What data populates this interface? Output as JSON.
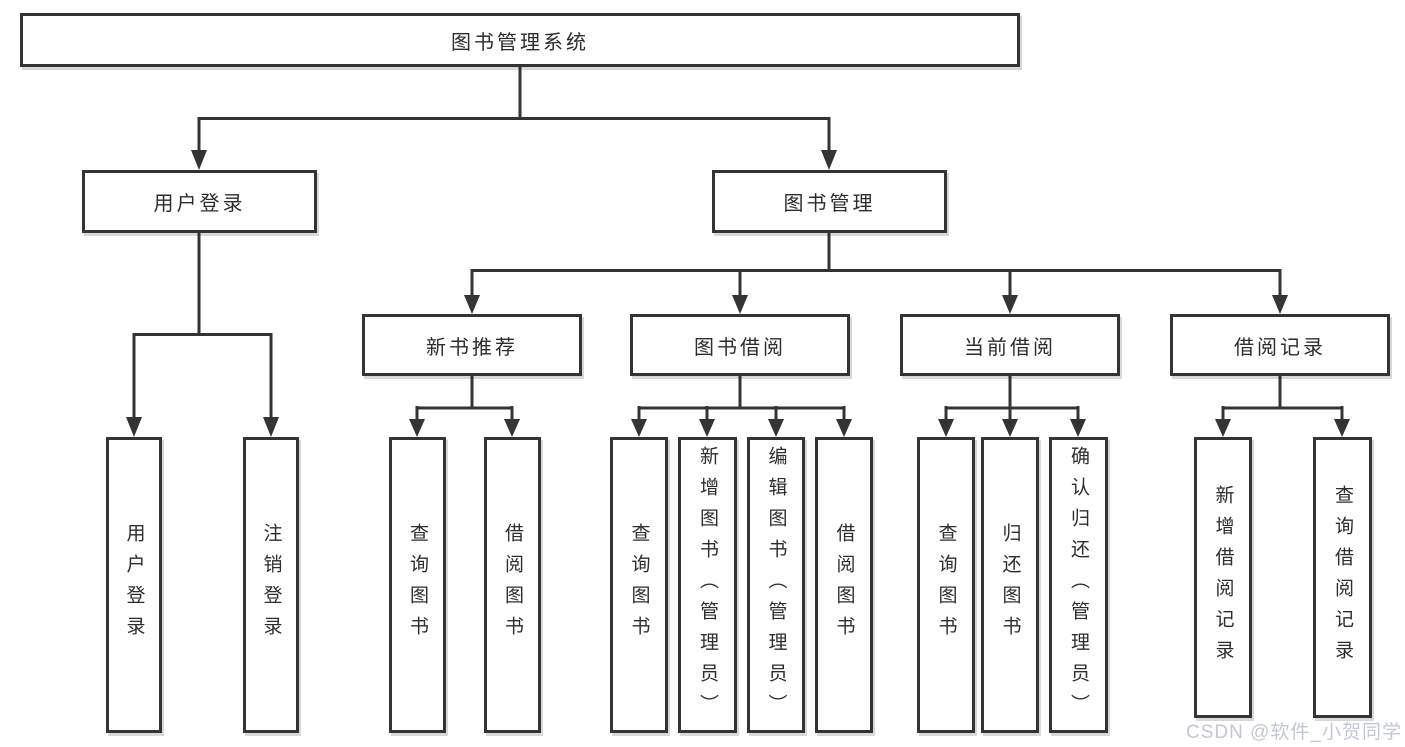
{
  "tree": {
    "root": "图书管理系统",
    "children": [
      {
        "label": "用户登录",
        "children": [
          {
            "label": "用户登录"
          },
          {
            "label": "注销登录"
          }
        ]
      },
      {
        "label": "图书管理",
        "children": [
          {
            "label": "新书推荐",
            "children": [
              {
                "label": "查询图书"
              },
              {
                "label": "借阅图书"
              }
            ]
          },
          {
            "label": "图书借阅",
            "children": [
              {
                "label": "查询图书"
              },
              {
                "label": "新增图书（管理员）"
              },
              {
                "label": "编辑图书（管理员）"
              },
              {
                "label": "借阅图书"
              }
            ]
          },
          {
            "label": "当前借阅",
            "children": [
              {
                "label": "查询图书"
              },
              {
                "label": "归还图书"
              },
              {
                "label": "确认归还（管理员）"
              }
            ]
          },
          {
            "label": "借阅记录",
            "children": [
              {
                "label": "新增借阅记录"
              },
              {
                "label": "查询借阅记录"
              }
            ]
          }
        ]
      }
    ]
  },
  "watermark": "CSDN @软件_小贺同学",
  "colors": {
    "line": "#343434",
    "box_border": "#343434",
    "box_fill": "#ffffff",
    "text": "#2d2d2d",
    "watermark": "#c3c7cf"
  }
}
